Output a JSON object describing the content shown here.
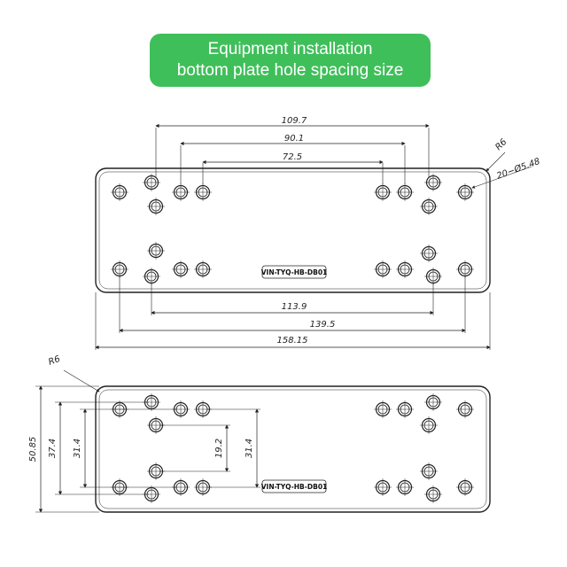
{
  "header": {
    "title_line1": "Equipment installation",
    "title_line2": "bottom plate hole spacing size"
  },
  "top_view": {
    "dims": {
      "d109": "109.7",
      "d90": "90.1",
      "d72": "72.5",
      "d113": "113.9",
      "d139": "139.5",
      "d158": "158.15",
      "radius": "R6",
      "holes": "20−Ø5.48"
    },
    "label": "VIN-TYQ-HB-DB01"
  },
  "side_view": {
    "dims": {
      "radius": "R6",
      "h50": "50.85",
      "h37": "37.4",
      "h31a": "31.4",
      "h19": "19.2",
      "h31b": "31.4"
    },
    "label": "VIN-TYQ-HB-DB01"
  },
  "colors": {
    "banner": "#3fbf5a",
    "line": "#222222"
  }
}
